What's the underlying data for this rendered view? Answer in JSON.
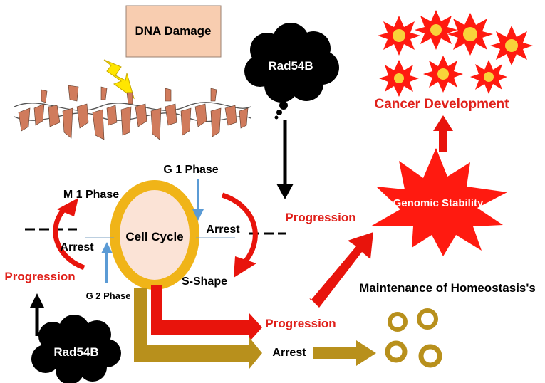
{
  "labels": {
    "dna_damage": "DNA Damage",
    "rad54b_top": "Rad54B",
    "rad54b_bottom": "Rad54B",
    "cancer_development": "Cancer Development",
    "genomic_stability": "Genomic Stability",
    "g1_phase": "G 1 Phase",
    "m1_phase": "M 1 Phase",
    "cell_cycle": "Cell Cycle",
    "arrest_left": "Arrest",
    "arrest_right": "Arrest",
    "s_shape": "S-Shape",
    "g2_phase": "G 2 Phase",
    "progression_left": "Progression",
    "progression_middle": "Progression",
    "progression_bottom": "Progression",
    "arrest_bottom": "Arrest",
    "maintenance": "Maintenance of Homeostasis's"
  },
  "colors": {
    "red": "#e8140c",
    "red_text": "#e0201a",
    "gold": "#b8901c",
    "ring_gold": "#f0b418",
    "ring_fill": "#fbe3d6",
    "blue_arrow": "#5b9bd5",
    "dna_box": "#f8cdb0",
    "dna_strand": "#d07b5c",
    "cancer_red": "#ff1a10",
    "cancer_yellow": "#f8d33a"
  }
}
